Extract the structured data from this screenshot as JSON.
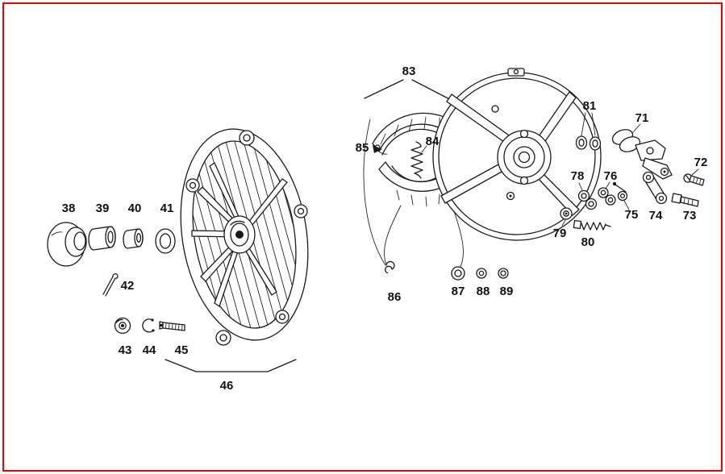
{
  "diagram": {
    "kind": "exploded-parts-diagram-wheel-hub-and-brake",
    "colors": {
      "border": "#ee0000",
      "ink": "#1a1a1a",
      "background": "#ffffff"
    }
  },
  "part_numbers": {
    "p38": "38",
    "p39": "39",
    "p40": "40",
    "p41": "41",
    "p42": "42",
    "p43": "43",
    "p44": "44",
    "p45": "45",
    "p46": "46",
    "p71": "71",
    "p72": "72",
    "p73": "73",
    "p74": "74",
    "p75": "75",
    "p76": "76",
    "p78": "78",
    "p79": "79",
    "p80": "80",
    "p81": "81",
    "p83": "83",
    "p84": "84",
    "p85": "85",
    "p86": "86",
    "p87": "87",
    "p88": "88",
    "p89": "89"
  }
}
